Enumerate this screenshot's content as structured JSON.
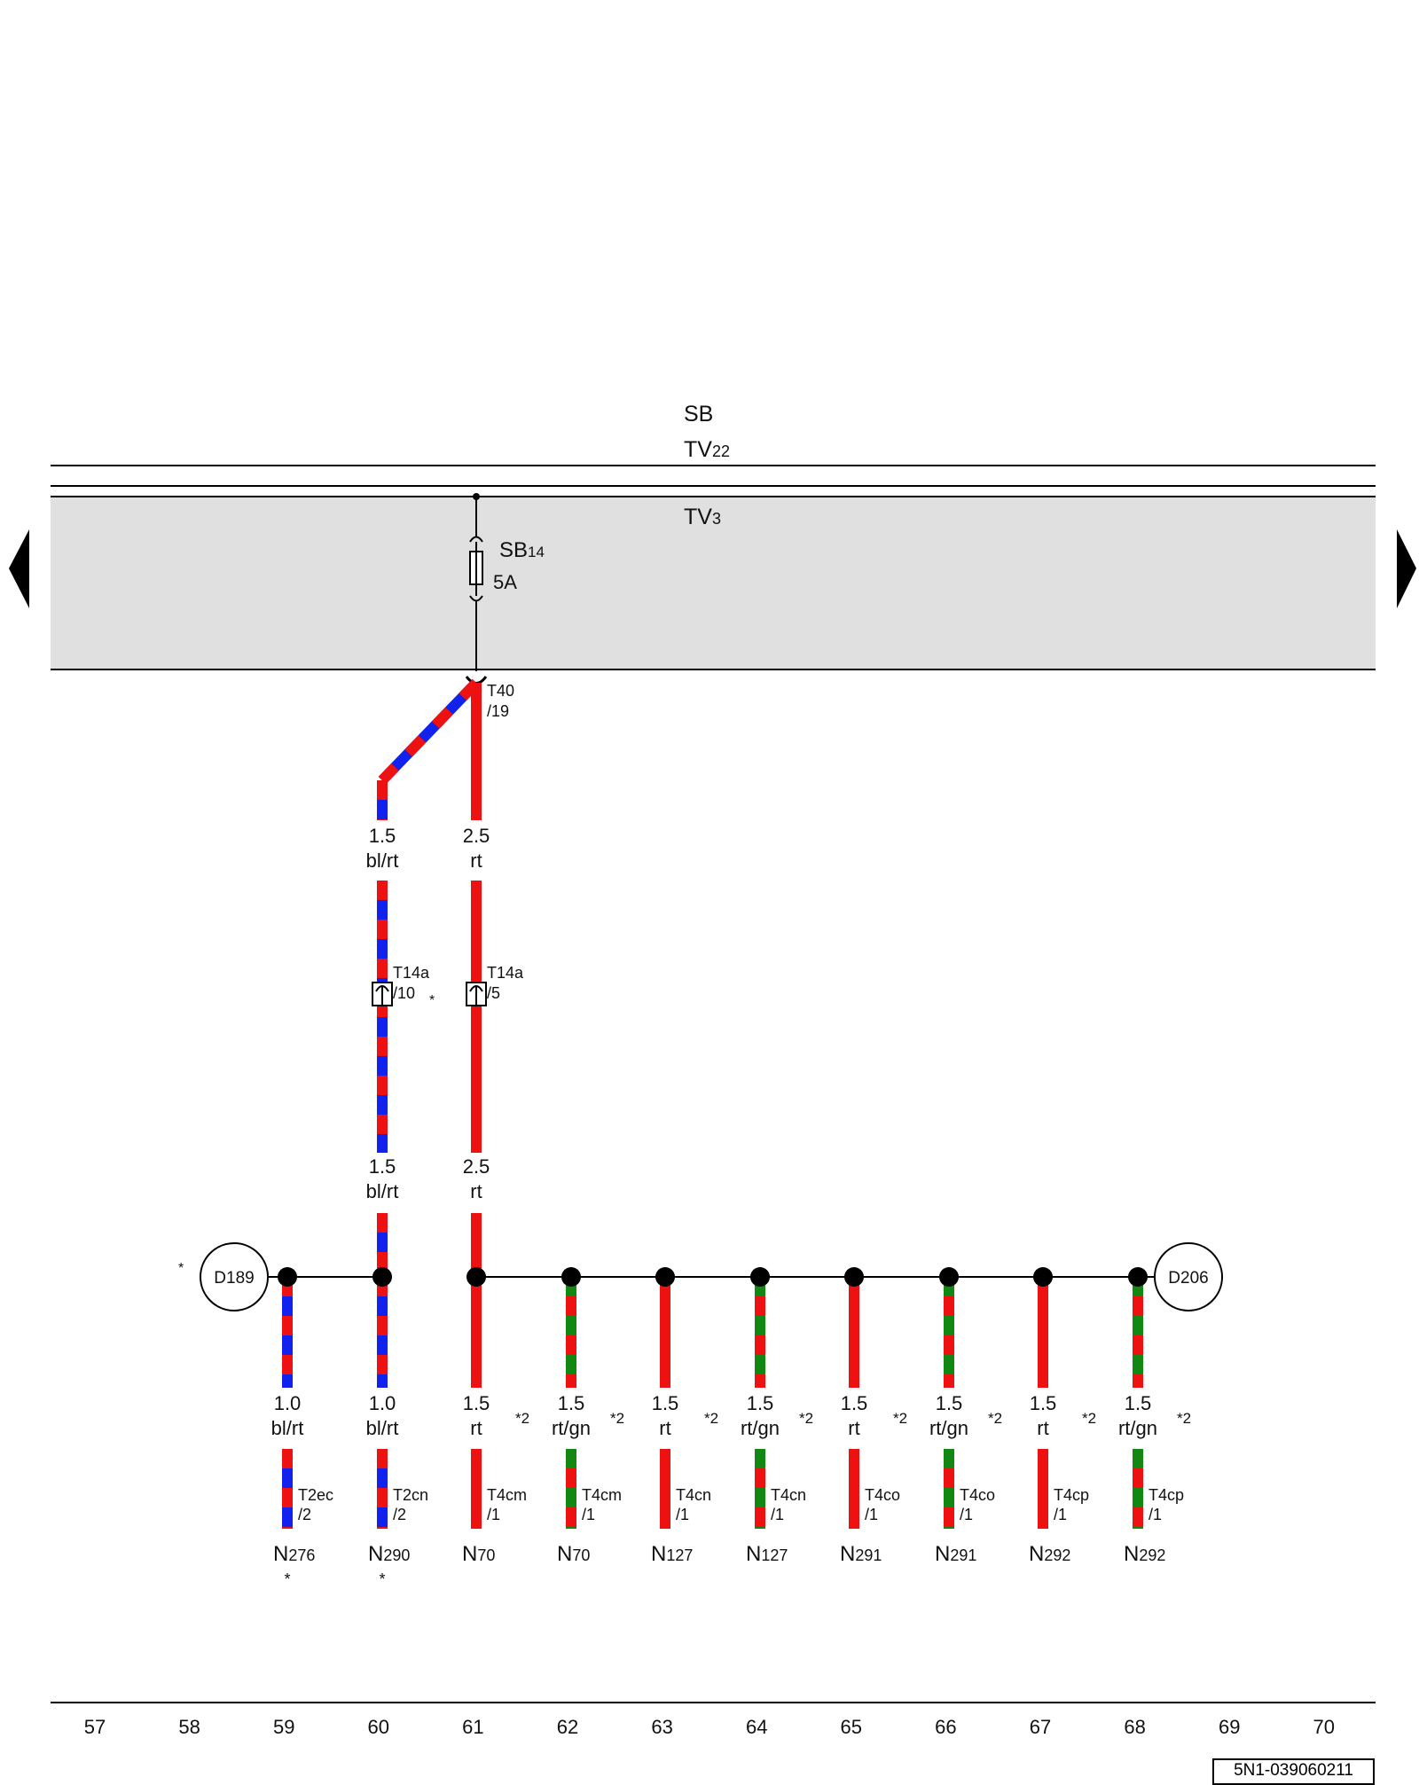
{
  "header": {
    "bus_label": "SB",
    "rail_tv22": {
      "main": "TV",
      "sub": "22"
    },
    "rail_tv3": {
      "main": "TV",
      "sub": "3"
    }
  },
  "fuse": {
    "name_main": "SB",
    "name_sub": "14",
    "rating": "5A"
  },
  "connector_t40": {
    "name": "T40",
    "pin": "/19"
  },
  "feeds": [
    {
      "id": "left",
      "size": "1.5",
      "color": "bl/rt",
      "size2": "1.5",
      "color2": "bl/rt",
      "conn": "T14a",
      "pin": "/10",
      "mark": "*"
    },
    {
      "id": "right",
      "size": "2.5",
      "color": "rt",
      "size2": "2.5",
      "color2": "rt",
      "conn": "T14a",
      "pin": "/5",
      "mark": ""
    }
  ],
  "nodes": {
    "left": {
      "label": "D189",
      "mark": "*"
    },
    "right": {
      "label": "D206"
    }
  },
  "branches": [
    {
      "size": "1.0",
      "color": "bl/rt",
      "note": "",
      "conn": "T2ec",
      "pin": "/2",
      "comp_main": "N",
      "comp_sub": "276",
      "foot": "*",
      "wire": "blue_red"
    },
    {
      "size": "1.0",
      "color": "bl/rt",
      "note": "",
      "conn": "T2cn",
      "pin": "/2",
      "comp_main": "N",
      "comp_sub": "290",
      "foot": "*",
      "wire": "blue_red"
    },
    {
      "size": "1.5",
      "color": "rt",
      "note": "*2",
      "conn": "T4cm",
      "pin": "/1",
      "comp_main": "N",
      "comp_sub": "70",
      "foot": "",
      "wire": "red"
    },
    {
      "size": "1.5",
      "color": "rt/gn",
      "note": "*2",
      "conn": "T4cm",
      "pin": "/1",
      "comp_main": "N",
      "comp_sub": "70",
      "foot": "",
      "wire": "red_green"
    },
    {
      "size": "1.5",
      "color": "rt",
      "note": "*2",
      "conn": "T4cn",
      "pin": "/1",
      "comp_main": "N",
      "comp_sub": "127",
      "foot": "",
      "wire": "red"
    },
    {
      "size": "1.5",
      "color": "rt/gn",
      "note": "*2",
      "conn": "T4cn",
      "pin": "/1",
      "comp_main": "N",
      "comp_sub": "127",
      "foot": "",
      "wire": "red_green"
    },
    {
      "size": "1.5",
      "color": "rt",
      "note": "*2",
      "conn": "T4co",
      "pin": "/1",
      "comp_main": "N",
      "comp_sub": "291",
      "foot": "",
      "wire": "red"
    },
    {
      "size": "1.5",
      "color": "rt/gn",
      "note": "*2",
      "conn": "T4co",
      "pin": "/1",
      "comp_main": "N",
      "comp_sub": "291",
      "foot": "",
      "wire": "red_green"
    },
    {
      "size": "1.5",
      "color": "rt",
      "note": "*2",
      "conn": "T4cp",
      "pin": "/1",
      "comp_main": "N",
      "comp_sub": "292",
      "foot": "",
      "wire": "red"
    },
    {
      "size": "1.5",
      "color": "rt/gn",
      "note": "*2",
      "conn": "T4cp",
      "pin": "/1",
      "comp_main": "N",
      "comp_sub": "292",
      "foot": "",
      "wire": "red_green"
    }
  ],
  "scale": [
    "57",
    "58",
    "59",
    "60",
    "61",
    "62",
    "63",
    "64",
    "65",
    "66",
    "67",
    "68",
    "69",
    "70"
  ],
  "doc_code": "5N1-039060211",
  "nav": {
    "prev_icon": "triangle-left-icon",
    "next_icon": "triangle-right-icon"
  },
  "colors": {
    "red": "#ee1111",
    "blue": "#1122ee",
    "green": "#118811",
    "panel": "#e0e0e0"
  }
}
